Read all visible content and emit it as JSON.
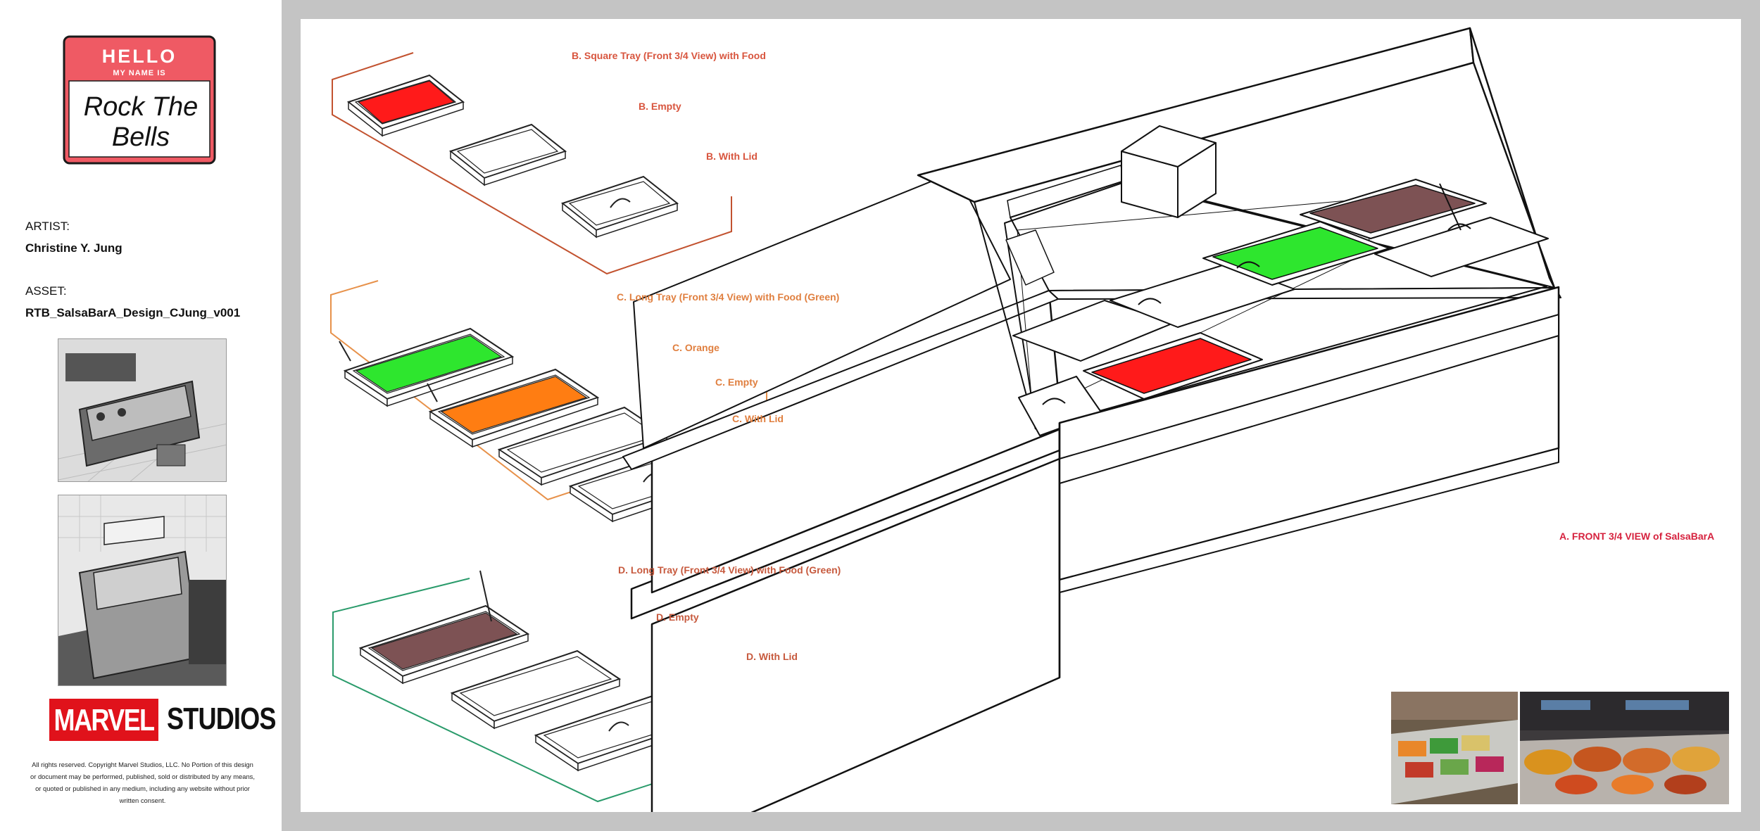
{
  "sticker": {
    "hello": "HELLO",
    "my_name_is": "MY NAME IS",
    "name_line1": "Rock The",
    "name_line2": "Bells"
  },
  "credits": {
    "artist_label": "ARTIST:",
    "artist_value": "Christine Y. Jung",
    "asset_label": "ASSET:",
    "asset_value": "RTB_SalsaBarA_Design_CJung_v001"
  },
  "logo": {
    "marvel": "MARVEL",
    "studios": "STUDIOS"
  },
  "legal": "All rights reserved. Copyright Marvel Studios, LLC. No Portion of this design or document may be performed, published, sold or distributed by any means, or quoted or published in any medium, including any website without prior written consent.",
  "callouts": {
    "b_square": "B. Square Tray (Front 3/4 View) with Food",
    "b_empty": "B. Empty",
    "b_lid": "B. With Lid",
    "c_long": "C. Long Tray (Front 3/4 View) with Food (Green)",
    "c_orange": "C. Orange",
    "c_empty": "C. Empty",
    "c_lid": "C. With Lid",
    "d_long": "D. Long Tray (Front 3/4 View) with Food (Green)",
    "d_empty": "D. Empty",
    "d_lid": "D. With Lid",
    "a_front": "A. FRONT 3/4 VIEW of SalsaBarA"
  },
  "colors": {
    "label_b": "#d8553e",
    "label_c": "#e07f3f",
    "label_d": "#c75a3e",
    "label_a": "#d6223e",
    "bracket_b": "#c2522f",
    "bracket_c": "#e7914a",
    "bracket_d": "#2a9b6b",
    "food_red": "#ff1a1a",
    "food_green": "#2ee62e",
    "food_orange": "#ff7d12",
    "food_brown": "#7d5254",
    "marvel_red": "#e0121b",
    "sticker_red": "#ef5a64"
  }
}
